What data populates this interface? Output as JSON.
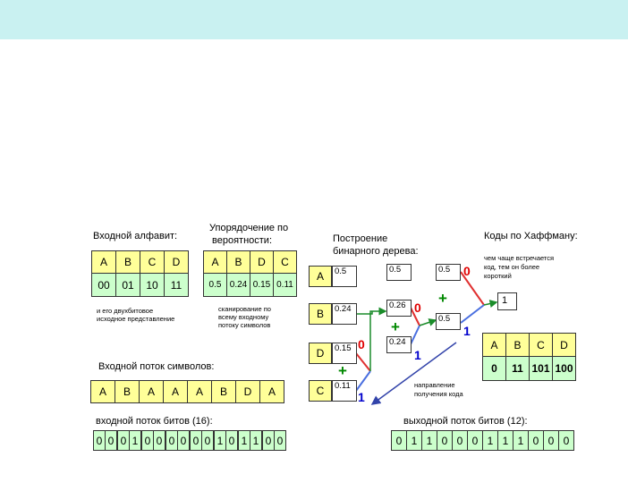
{
  "labels": {
    "input_alphabet": "Входной алфавит:",
    "ordering_line1": "Упорядочение по",
    "ordering_line2": "вероятности:",
    "tree_line1": "Построение",
    "tree_line2": "бинарного дерева:",
    "huffman": "Коды по Хаффману:",
    "input_stream": "Входной поток символов:",
    "input_bits": "входной поток битов (16):",
    "output_bits": "выходной поток битов (12):"
  },
  "notes": {
    "two_bit_1": "и его двухбитовое",
    "two_bit_2": "исходное представление",
    "scan_1": "сканирование по",
    "scan_2": "всему входному",
    "scan_3": "потоку символов",
    "frequent_1": "чем чаще встречается",
    "frequent_2": "код, тем он более",
    "frequent_3": " короткий",
    "direction_1": "направление",
    "direction_2": "получения кода"
  },
  "alphabet": {
    "letters": [
      "A",
      "B",
      "C",
      "D"
    ],
    "codes": [
      "00",
      "01",
      "10",
      "11"
    ]
  },
  "ordered": {
    "letters": [
      "A",
      "B",
      "D",
      "C"
    ],
    "probs": [
      "0.5",
      "0.24",
      "0.15",
      "0.11"
    ]
  },
  "tree": {
    "leaves": [
      {
        "letter": "A",
        "value": "0.5"
      },
      {
        "letter": "B",
        "value": "0.24"
      },
      {
        "letter": "D",
        "value": "0.15"
      },
      {
        "letter": "C",
        "value": "0.11"
      }
    ],
    "level2": [
      "0.5",
      "0.26",
      "0.24"
    ],
    "level3": [
      "0.5",
      "0.5"
    ],
    "root": "1",
    "zero": "0",
    "one": "1",
    "plus": "+"
  },
  "huffman_codes": {
    "letters": [
      "A",
      "B",
      "C",
      "D"
    ],
    "codes": [
      "0",
      "11",
      "101",
      "100"
    ]
  },
  "input_symbols": [
    "A",
    "B",
    "A",
    "A",
    "A",
    "B",
    "D",
    "A"
  ],
  "input_bit_values": [
    "0",
    "0",
    "0",
    "1",
    "0",
    "0",
    "0",
    "0",
    "0",
    "0",
    "1",
    "0",
    "1",
    "1",
    "0",
    "0"
  ],
  "output_bit_values": [
    "0",
    "1",
    "1",
    "0",
    "0",
    "0",
    "1",
    "1",
    "1",
    "0",
    "0",
    "0"
  ],
  "colors": {
    "topbar": "#c9f1f1",
    "symbol_cell": "#ffff99",
    "code_cell": "#ccffcc",
    "zero": "#e00000",
    "one": "#0000cc",
    "plus": "#008800"
  }
}
